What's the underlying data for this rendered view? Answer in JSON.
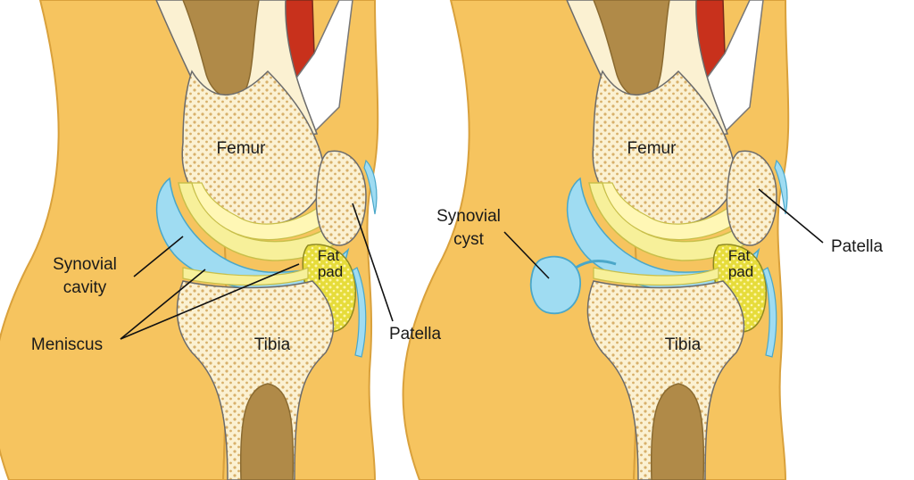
{
  "colors": {
    "skin": "#f6c45f",
    "skin_edge": "#d9a13c",
    "bone": "#fbf1d2",
    "bone_dots": "#d8b06a",
    "marrow": "#b08a48",
    "cartilage": "#f7f09a",
    "cartilage_edge": "#c8bf4a",
    "synovial_fluid": "#9fdcf2",
    "synovial_edge": "#4aa7c9",
    "fat_pad": "#e6dc3a",
    "muscle": "#c8311c",
    "tendon": "#ffffff",
    "outline": "#6b6b6b"
  },
  "left_knee": {
    "femur": "Femur",
    "tibia": "Tibia",
    "fat_pad_line1": "Fat",
    "fat_pad_line2": "pad",
    "synovial_cavity_line1": "Synovial",
    "synovial_cavity_line2": "cavity",
    "meniscus": "Meniscus",
    "patella": "Patella"
  },
  "right_knee": {
    "femur": "Femur",
    "tibia": "Tibia",
    "fat_pad_line1": "Fat",
    "fat_pad_line2": "pad",
    "synovial_cyst_line1": "Synovial",
    "synovial_cyst_line2": "cyst",
    "patella": "Patella"
  }
}
